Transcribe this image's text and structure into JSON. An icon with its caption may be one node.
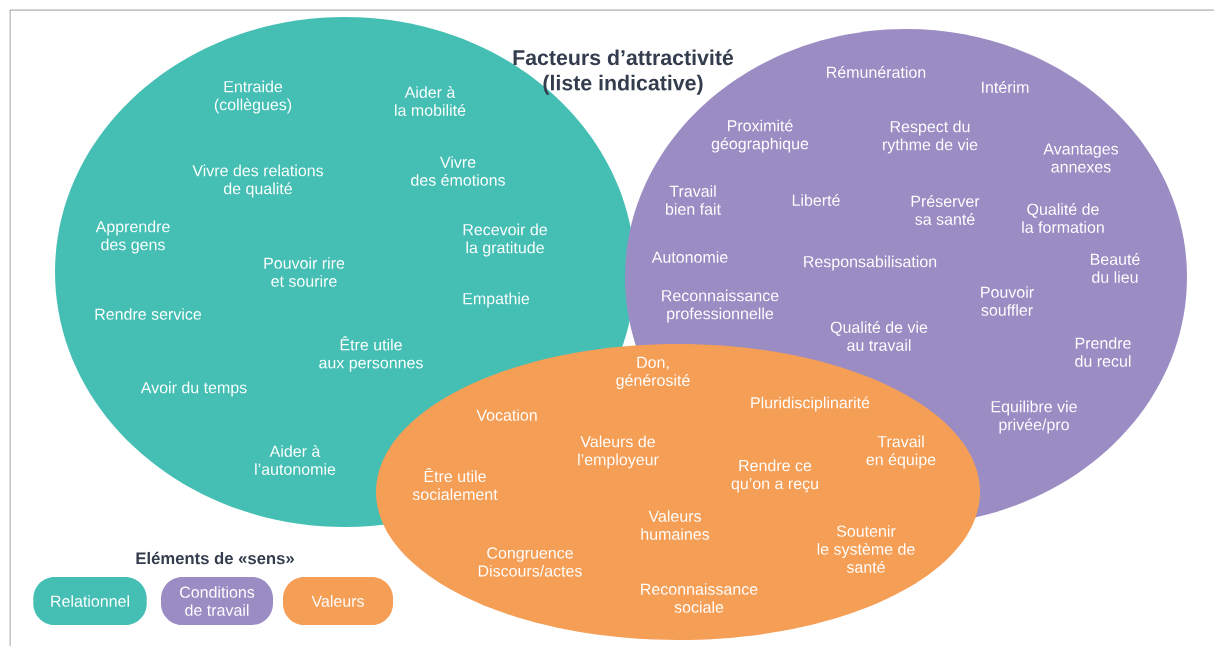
{
  "diagram": {
    "title": "Facteurs d’attractivité (liste indicative)",
    "nodes": [
      {
        "text": [
          "Entraide (collègues)",
          "Aider à la mobilité",
          "Vivre des relations de qualité",
          "Vivre des émotions",
          "Apprendre des gens",
          "Recevoir de la gratitude",
          "Pouvoir rire et sourire",
          "Empathie",
          "Rendre service",
          "Être utile aux personnes",
          "Avoir du temps",
          "Aider à l’autonomie"
        ]
      },
      {
        "text": [
          "Rémunération",
          "Intérim",
          "Proximité géographique",
          "Respect du rythme de vie",
          "Avantages annexes",
          "Travail bien fait",
          "Liberté",
          "Préserver sa santé",
          "Qualité de la formation",
          "Autonomie",
          "Responsabilisation",
          "Beauté du lieu",
          "Pouvoir souffler",
          "Reconnaissance professionnelle",
          "Qualité de vie au travail",
          "Prendre du recul",
          "Equilibre vie privée/pro"
        ]
      },
      {
        "text": [
          "Don, générosité",
          "Vocation",
          "Pluridisciplinarité",
          "Valeurs de l’employeur",
          "Travail en équipe",
          "Être utile socialement",
          "Rendre ce qu’on a reçu",
          "Valeurs humaines",
          "Soutenir le système de santé",
          "Congruence Discours/actes",
          "Reconnaissance sociale"
        ]
      }
    ],
    "labels": [
      "Eléments de «sens»"
    ],
    "legend": [
      {
        "text": "Relationnel",
        "color": "#45bfb4"
      },
      {
        "text": "Conditions de travail",
        "color": "#9b8dc4"
      },
      {
        "text": "Valeurs",
        "color": "#f59e56"
      }
    ]
  }
}
